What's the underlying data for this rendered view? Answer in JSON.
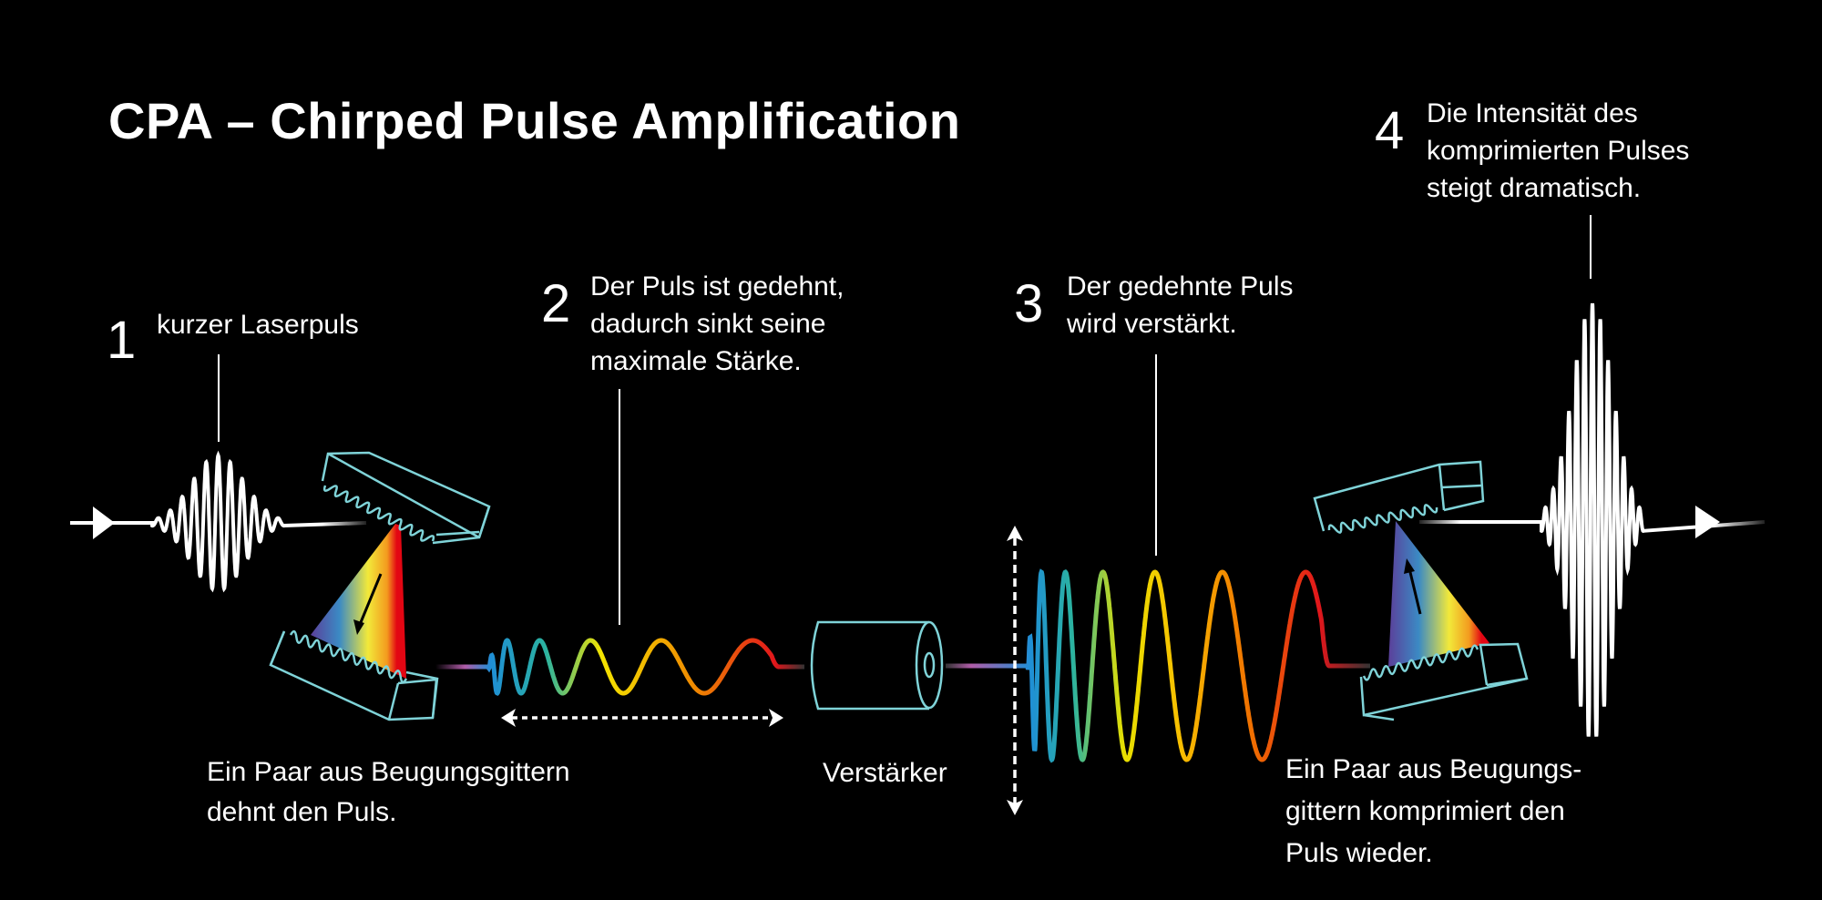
{
  "title": "CPA – Chirped Pulse Amplification",
  "steps": [
    {
      "number": "1",
      "lines": [
        "kurzer Laserpuls"
      ]
    },
    {
      "number": "2",
      "lines": [
        "Der Puls ist gedehnt,",
        "dadurch sinkt seine",
        "maximale Stärke."
      ]
    },
    {
      "number": "3",
      "lines": [
        "Der gedehnte Puls",
        "wird verstärkt."
      ]
    },
    {
      "number": "4",
      "lines": [
        "Die Intensität des",
        "komprimierten Pulses",
        "steigt dramatisch."
      ]
    }
  ],
  "captions": {
    "stretcher": [
      "Ein Paar aus Beugungsgittern",
      "dehnt den Puls."
    ],
    "amplifier": [
      "Verstärker"
    ],
    "compressor": [
      "Ein Paar aus Beugungs-",
      "gittern komprimiert den",
      "Puls wieder."
    ]
  },
  "colors": {
    "grating": "#7fd3d8",
    "background": "#000000",
    "text": "#ffffff"
  }
}
